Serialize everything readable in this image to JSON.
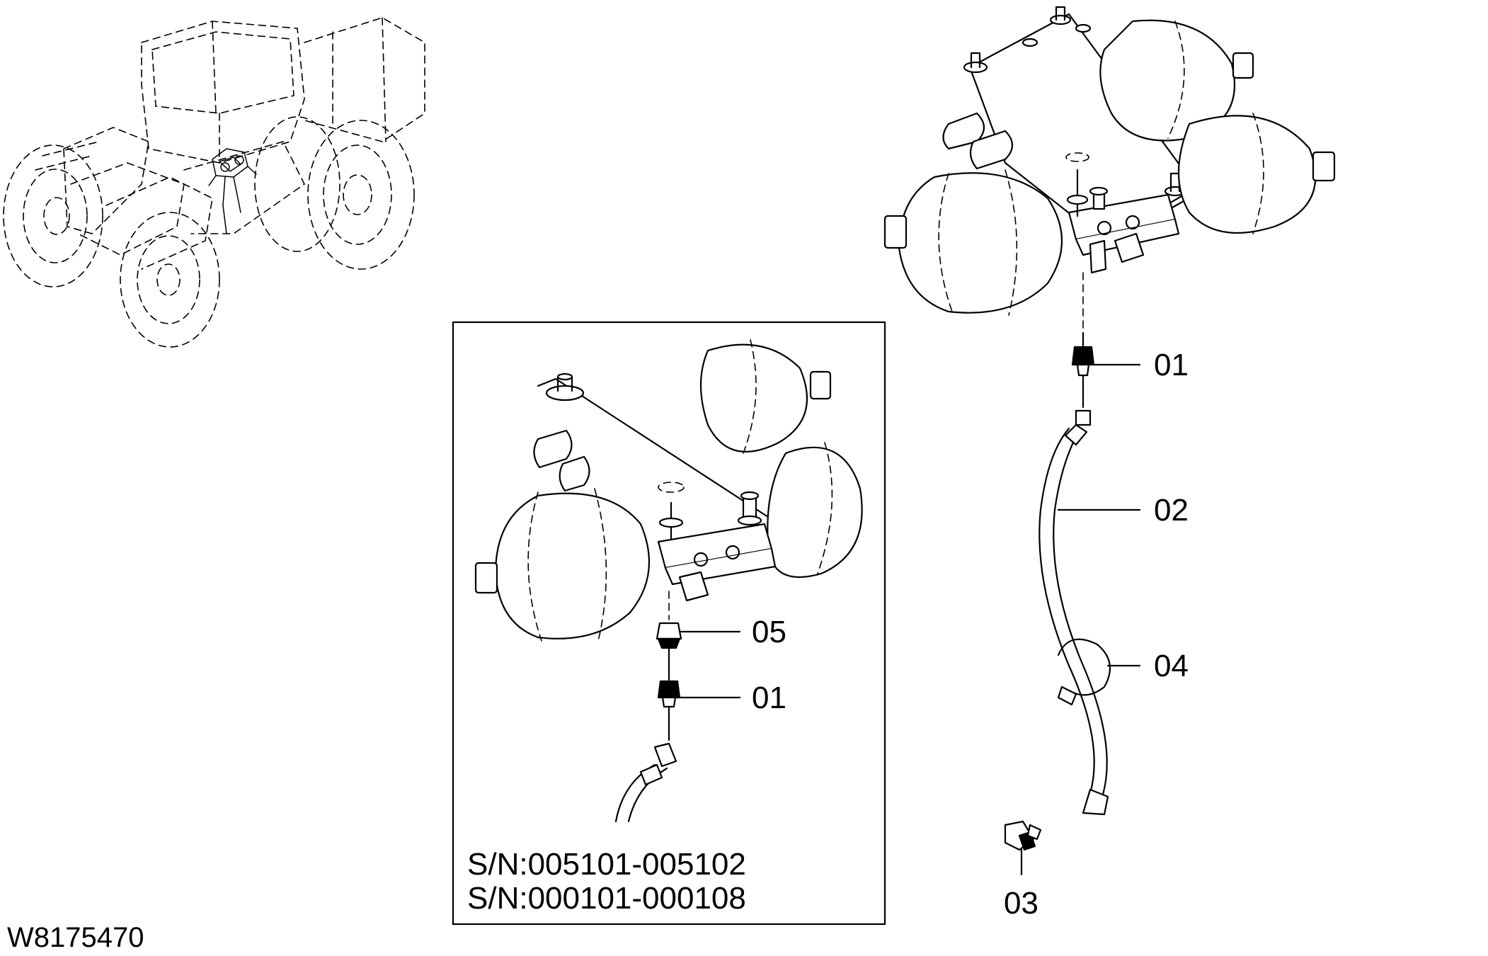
{
  "document": {
    "drawing_number": "W8175470"
  },
  "main_view": {
    "callouts": [
      "01",
      "02",
      "04",
      "03"
    ]
  },
  "inset_view": {
    "callouts": [
      "05",
      "01"
    ],
    "serial_numbers": [
      "S/N:005101-005102",
      "S/N:000101-000108"
    ]
  }
}
